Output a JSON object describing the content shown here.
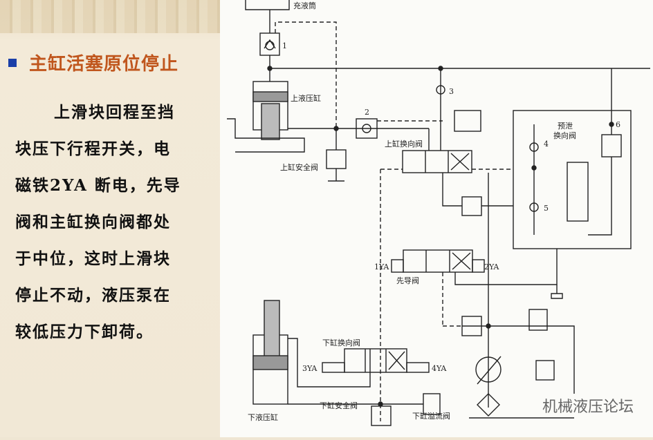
{
  "slide": {
    "title": "主缸活塞原位停止",
    "body_lines": [
      "上滑块回程至挡",
      "块压下行程开关，电",
      "磁铁2YA 断电，先导",
      "阀和主缸换向阀都处",
      "于中位，这时上滑块",
      "停止不动，液压泵在",
      "较低压力下卸荷。"
    ]
  },
  "diagram": {
    "labels": {
      "fill_tank": "充液筒",
      "valve1": "1",
      "valve2": "2",
      "valve3": "3",
      "valve4": "4",
      "valve5": "5",
      "valve6": "6",
      "upper_cylinder": "上液压缸",
      "upper_safety_valve": "上缸安全阀",
      "upper_directional_valve": "上缸换向阀",
      "pre_release_valve_1": "预泄",
      "pre_release_valve_2": "换向阀",
      "sol_1ya": "1YA",
      "sol_2ya": "2YA",
      "pilot_valve": "先导阀",
      "lower_directional_valve": "下缸换向阀",
      "sol_3ya": "3YA",
      "sol_4ya": "4YA",
      "lower_cylinder": "下液压缸",
      "lower_safety_valve": "下缸安全阀",
      "lower_relief_valve": "下缸溢流阀"
    },
    "watermark": "机械液压论坛"
  }
}
